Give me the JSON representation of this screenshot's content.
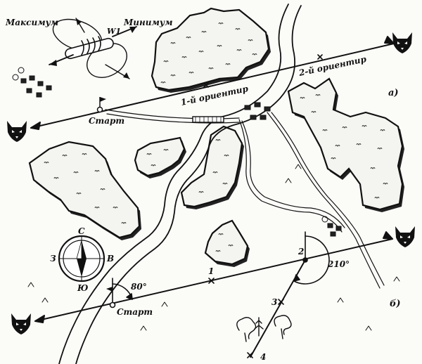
{
  "labels": {
    "maximum": "Максимум",
    "minimum": "Минимум",
    "antenna": "W1",
    "landmark_1": "1-й ориентир",
    "landmark_2": "2-й ориентир",
    "start_top": "Старт",
    "start_bottom": "Старт",
    "diagram_a": "а)",
    "diagram_b": "б)",
    "angle_80": "80°",
    "angle_210": "210°",
    "point_1": "1",
    "point_2": "2",
    "point_3": "3",
    "point_4": "4"
  },
  "compass": {
    "north": "С",
    "south": "Ю",
    "west": "З",
    "east": "В"
  },
  "icons": {
    "fox": "fox-head-icon",
    "flag": "start-flag-icon",
    "compass": "compass-icon"
  },
  "colors": {
    "ink": "#111111",
    "paper": "#fbfbf8"
  }
}
